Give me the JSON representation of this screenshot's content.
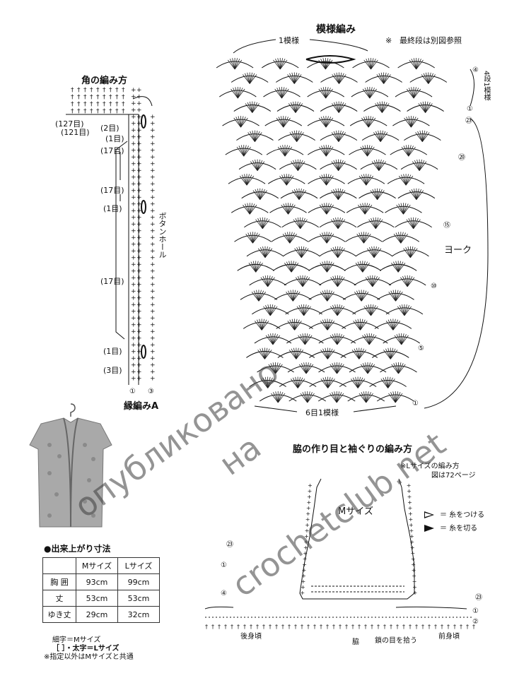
{
  "pattern": {
    "title": "模様編み",
    "repeat_label": "1模様",
    "note_symbol": "※",
    "note_text": "最終段は別図参照",
    "side_label_vertical": "4段1模様",
    "yoke_label": "ヨーク",
    "bottom_label": "6目1模様",
    "row_labels": [
      "④",
      "①",
      "㉓",
      "⑳",
      "⑮",
      "⑩",
      "⑤",
      "①"
    ]
  },
  "corner": {
    "title": "角の編み方",
    "left_labels": [
      "(127目)",
      "(121目)",
      "(2目)",
      "(1目)",
      "(17目)",
      "(17目)",
      "(1目)",
      "(17目)",
      "(1目)",
      "(3目)"
    ],
    "buttonhole_label": "ボタンホール",
    "bottom_nums": [
      "①",
      "③"
    ],
    "edge_label": "縁編みA"
  },
  "sizes": {
    "title": "●出来上がり寸法",
    "headers": [
      "",
      "Mサイズ",
      "Lサイズ"
    ],
    "rows": [
      [
        "胸 囲",
        "93cm",
        "99cm"
      ],
      [
        "丈",
        "53cm",
        "53cm"
      ],
      [
        "ゆき丈",
        "29cm",
        "32cm"
      ]
    ],
    "notes": [
      "細字＝Mサイズ",
      "［ ］・太字＝Lサイズ",
      "※指定以外はMサイズと共通"
    ]
  },
  "armhole": {
    "title": "脇の作り目と袖ぐりの編み方",
    "l_note_1": "※Lサイズの編み方",
    "l_note_2": "図は72ページ",
    "m_size": "Mサイズ",
    "attach_label": "＝ 糸をつける",
    "cut_label": "＝ 糸を切る",
    "left_nums": [
      "㉓",
      "①",
      "④"
    ],
    "right_nums": [
      "㉓",
      "①",
      "②"
    ],
    "back_label": "後身頃",
    "side_label": "脇",
    "pickup_label": "鎖の目を拾う",
    "front_label": "前身頃"
  },
  "watermark": {
    "line1": "опубликовано",
    "line2": "на",
    "line3": "crochetclub.net"
  },
  "colors": {
    "ink": "#111111",
    "watermark": "#3c3c3c"
  }
}
